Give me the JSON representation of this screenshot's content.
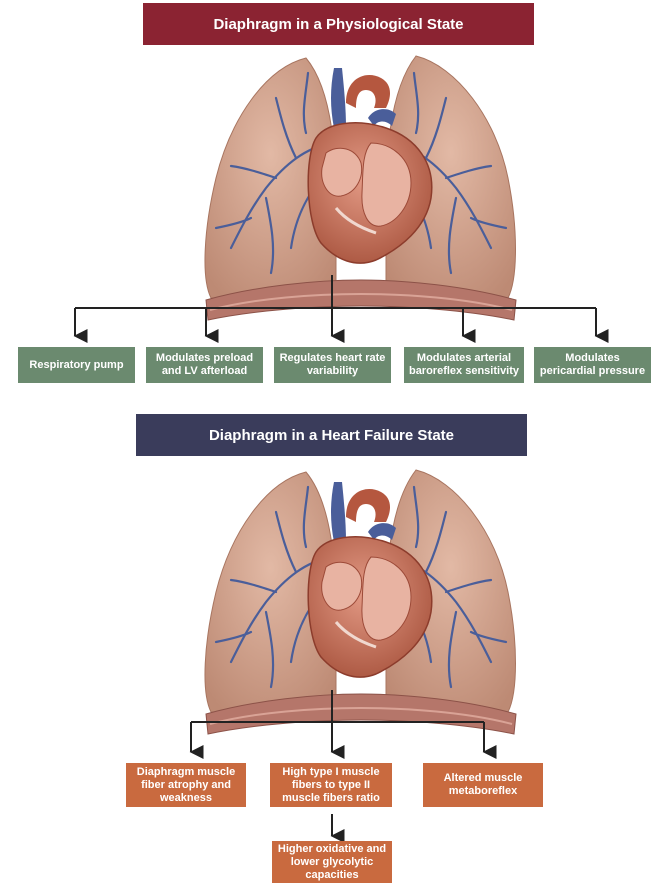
{
  "physiological": {
    "title": "Diaphragm in a Physiological State",
    "functions": [
      "Respiratory pump",
      "Modulates preload and LV afterload",
      "Regulates heart rate variability",
      "Modulates arterial baroreflex sensitivity",
      "Modulates pericardial pressure"
    ]
  },
  "heart_failure": {
    "title": "Diaphragm in a Heart Failure State",
    "changes": [
      "Diaphragm muscle fiber atrophy and weakness",
      "High type I muscle fibers to type II muscle fibers ratio",
      "Altered muscle metaboreflex"
    ],
    "consequence": "Higher oxidative and lower glycolytic capacities"
  },
  "colors": {
    "physiological_banner": "#8b2332",
    "heart_failure_banner": "#3a3c5b",
    "green_box": "#6b8a6f",
    "orange_box": "#c96a3f",
    "lung": "#c99a84",
    "diaphragm": "#b5766a",
    "vessel": "#4a5e9a",
    "heart": "#b5573f"
  }
}
